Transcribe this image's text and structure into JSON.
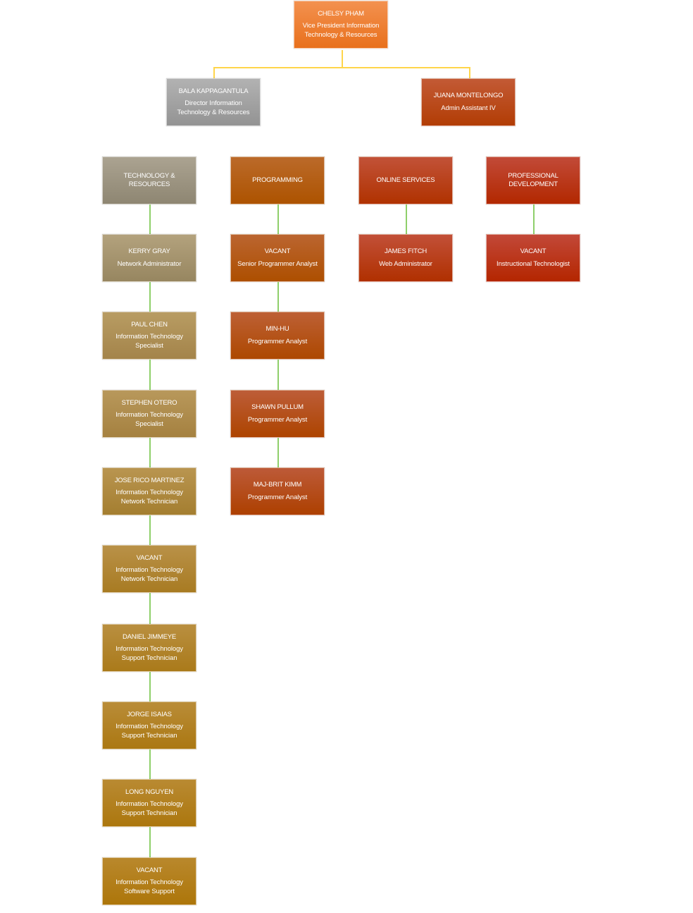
{
  "top": {
    "name": "CHELSY PHAM",
    "title": "Vice President Information Technology & Resources",
    "colors": [
      "#f3914f",
      "#e8701c"
    ]
  },
  "level2": [
    {
      "name": "BALA KAPPAGANTULA",
      "title": "Director Information Technology & Resources",
      "colors": [
        "#b2b2b2",
        "#939393"
      ]
    },
    {
      "name": "JUANA MONTELONGO",
      "title": "Admin Assistant IV",
      "colors": [
        "#c35a35",
        "#b23d05"
      ]
    }
  ],
  "columns": [
    {
      "department": "TECHNOLOGY & RESOURCES",
      "colors": [
        "#aba391",
        "#8e8672"
      ],
      "members": [
        {
          "name": "KERRY GRAY",
          "title": "Network Administrator",
          "colors": [
            "#b3a27d",
            "#978660"
          ]
        },
        {
          "name": "PAUL CHEN",
          "title": "Information Technology Specialist",
          "colors": [
            "#b89c63",
            "#a4844a"
          ]
        },
        {
          "name": "STEPHEN OTERO",
          "title": "Information Technology Specialist",
          "colors": [
            "#b8985b",
            "#a58140"
          ]
        },
        {
          "name": "JOSE RICO MARTINEZ",
          "title": "Information Technology Network Technician",
          "colors": [
            "#b99550",
            "#a47e30"
          ]
        },
        {
          "name": "VACANT",
          "title": "Information Technology Network Technician",
          "colors": [
            "#b99148",
            "#a87b22"
          ]
        },
        {
          "name": "DANIEL JIMMEYE",
          "title": "Information Technology Support Technician",
          "colors": [
            "#b98f40",
            "#aa7a1a"
          ]
        },
        {
          "name": "JORGE ISAIAS",
          "title": "Information Technology Support Technician",
          "colors": [
            "#b98c38",
            "#ab7812"
          ]
        },
        {
          "name": "LONG NGUYEN",
          "title": "Information Technology Support Technician",
          "colors": [
            "#b98a32",
            "#ac770e"
          ]
        },
        {
          "name": "VACANT",
          "title": "Information Technology Software Support",
          "colors": [
            "#b9882c",
            "#ad760a"
          ]
        }
      ]
    },
    {
      "department": "PROGRAMMING",
      "colors": [
        "#bb6a2a",
        "#ad5300"
      ],
      "members": [
        {
          "name": "VACANT",
          "title": "Senior Programmer Analyst",
          "colors": [
            "#bb6530",
            "#ad4f00"
          ]
        },
        {
          "name": "MIN-HU",
          "title": "Programmer Analyst",
          "colors": [
            "#bd6035",
            "#ad4800"
          ]
        },
        {
          "name": "SHAWN PULLUM",
          "title": "Programmer Analyst",
          "colors": [
            "#bd5d38",
            "#ad4400"
          ]
        },
        {
          "name": "MAJ-BRIT KIMM",
          "title": "Programmer Analyst",
          "colors": [
            "#bd5a38",
            "#ad4000"
          ]
        }
      ]
    },
    {
      "department": "ONLINE SERVICES",
      "colors": [
        "#c25238",
        "#b03200"
      ],
      "members": [
        {
          "name": "JAMES FITCH",
          "title": "Web Administrator",
          "colors": [
            "#c25038",
            "#b03000"
          ]
        }
      ]
    },
    {
      "department": "PROFESSIONAL DEVELOPMENT",
      "colors": [
        "#c24a38",
        "#b22800"
      ],
      "members": [
        {
          "name": "VACANT",
          "title": "Instructional Technologist",
          "colors": [
            "#c24838",
            "#b42600"
          ]
        }
      ]
    }
  ]
}
